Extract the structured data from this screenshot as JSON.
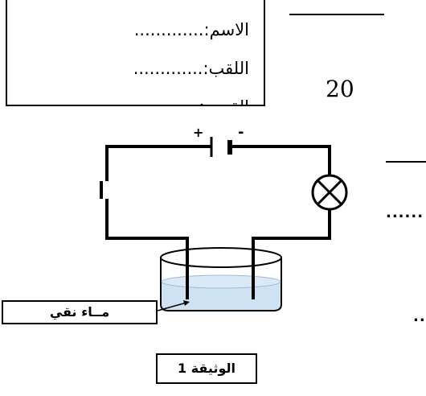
{
  "header": {
    "name_label": "الاسم:.............",
    "surname_label": "اللقب:.............",
    "class_label_partial": "القسم:.........",
    "score": "20"
  },
  "right_dots": {
    "line1": "......",
    "line2": "..."
  },
  "circuit": {
    "battery_plus": "+",
    "battery_minus": "-",
    "water_label": "مــاء نقي",
    "document_label": "الوثيقة 1"
  }
}
